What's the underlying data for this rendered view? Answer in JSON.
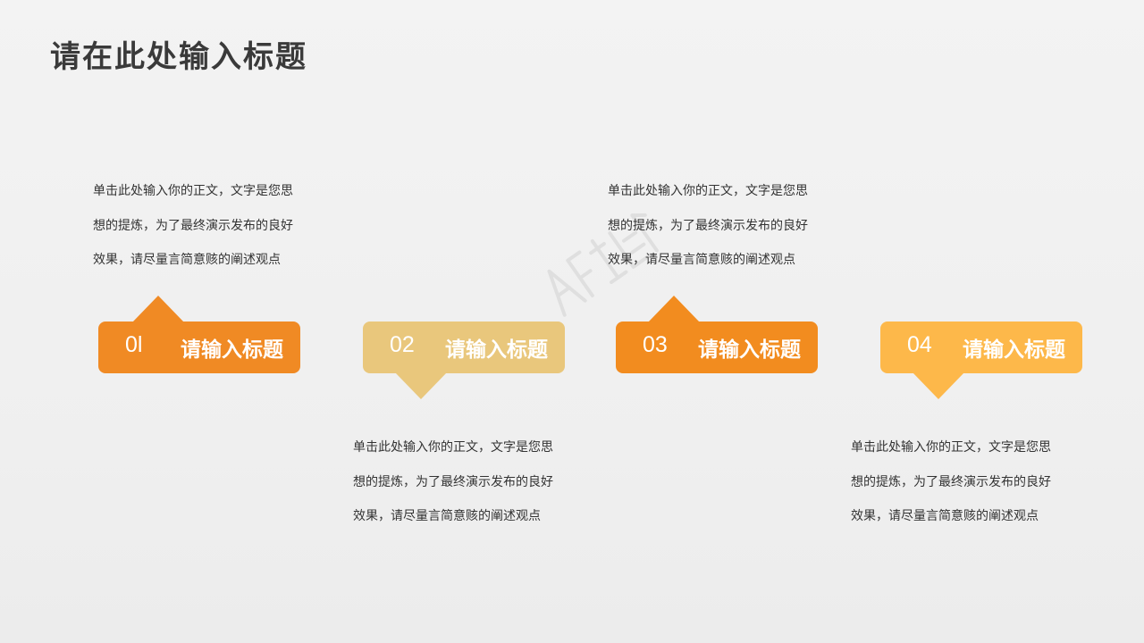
{
  "title": "请在此处输入标题",
  "watermark": {
    "icon": "logo-watermark-icon",
    "color": "#cfcfcf"
  },
  "colors": {
    "orange": "#f08a24",
    "sand": "#e9c77c",
    "orange_alt": "#f28c1f",
    "amber": "#fdb84a",
    "text": "#333333",
    "title": "#3a3a3a"
  },
  "steps": [
    {
      "number": "0l",
      "label": "请输入标题",
      "color": "#f08a24",
      "arrow": "up",
      "lines": [
        "单击此处输入你的正文，文字是您思",
        "想的提炼，为了最终演示发布的良好",
        "效果，请尽量言简意赅的阐述观点"
      ]
    },
    {
      "number": "02",
      "label": "请输入标题",
      "color": "#e9c77c",
      "arrow": "down",
      "lines": [
        "单击此处输入你的正文，文字是您思",
        "想的提炼，为了最终演示发布的良好",
        "效果，请尽量言简意赅的阐述观点"
      ]
    },
    {
      "number": "03",
      "label": "请输入标题",
      "color": "#f28c1f",
      "arrow": "up",
      "lines": [
        "单击此处输入你的正文，文字是您思",
        "想的提炼，为了最终演示发布的良好",
        "效果，请尽量言简意赅的阐述观点"
      ]
    },
    {
      "number": "04",
      "label": "请输入标题",
      "color": "#fdb84a",
      "arrow": "down",
      "lines": [
        "单击此处输入你的正文，文字是您思",
        "想的提炼，为了最终演示发布的良好",
        "效果，请尽量言简意赅的阐述观点"
      ]
    }
  ]
}
